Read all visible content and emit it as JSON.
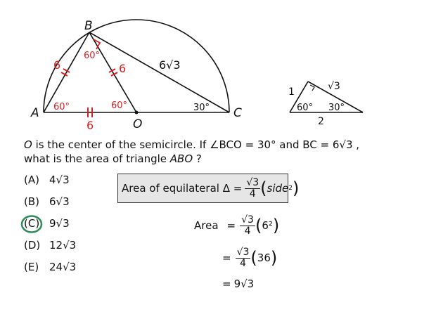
{
  "figure": {
    "points": {
      "B": "B",
      "A": "A",
      "O": "O",
      "C": "C"
    },
    "labels": {
      "ab_side": "6",
      "bo_side": "6",
      "ao_side": "6",
      "bc_side": "6√3",
      "angle_b": "60°",
      "angle_a": "60°",
      "angle_o": "60°",
      "angle_c": "30°"
    }
  },
  "ref_triangle": {
    "short_leg": "1",
    "long_leg": "√3",
    "hypotenuse": "2",
    "angle_60": "60°",
    "angle_30": "30°"
  },
  "question": {
    "line1_o": "O",
    "line1_text": " is the center of the semicircle.  If ∠BCO = 30°  and  BC = 6√3 ,",
    "line2_pre": "what is the area of triangle ",
    "line2_abo": "ABO",
    "line2_post": " ?"
  },
  "choices": [
    {
      "letter": "(A)",
      "value": "4√3"
    },
    {
      "letter": "(B)",
      "value": "6√3"
    },
    {
      "letter": "(C)",
      "value": "9√3"
    },
    {
      "letter": "(D)",
      "value": "12√3"
    },
    {
      "letter": "(E)",
      "value": "24√3"
    }
  ],
  "selected_choice": "(C)",
  "formula": {
    "label": "Area of equilateral Δ =",
    "num": "√3",
    "den": "4",
    "side": "side",
    "exp": "2"
  },
  "work": {
    "area_label": "Area",
    "eq": "=",
    "step1_num": "√3",
    "step1_den": "4",
    "step1_paren": "6²",
    "step2_num": "√3",
    "step2_den": "4",
    "step2_paren": "36",
    "step3_result": "9√3"
  },
  "colors": {
    "accent_red": "#d92020",
    "circle_green": "#2e8b57",
    "box_fill": "#e6e6e6"
  }
}
